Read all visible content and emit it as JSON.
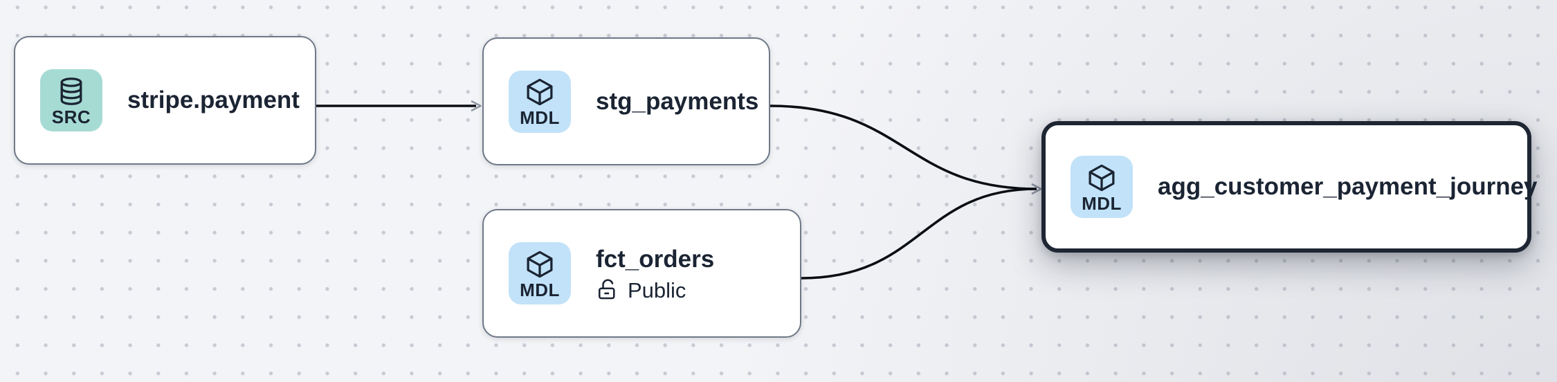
{
  "canvas": {
    "background_color": "#f3f4f7",
    "dot_color": "#c7cad3"
  },
  "colors": {
    "edge": "#0b0e13",
    "arrowhead": "#8f97a2",
    "node_border": "#6e7887",
    "selected_node_border": "#1e2633",
    "node_background": "#ffffff",
    "text": "#1b2433",
    "badge_teal": "#a6dbd4",
    "badge_blue": "#c1e2f8"
  },
  "nodes": [
    {
      "title": "stripe.payment",
      "badge": "SRC",
      "badge_icon": "database-icon",
      "badge_color": "#a6dbd4",
      "selected": false
    },
    {
      "title": "stg_payments",
      "badge": "MDL",
      "badge_icon": "cube-icon",
      "badge_color": "#c1e2f8",
      "selected": false
    },
    {
      "title": "fct_orders",
      "badge": "MDL",
      "badge_icon": "cube-icon",
      "badge_color": "#c1e2f8",
      "subtitle": "Public",
      "subtitle_icon": "lock-open-icon",
      "selected": false
    },
    {
      "title": "agg_customer_payment_journey",
      "badge": "MDL",
      "badge_icon": "cube-icon",
      "badge_color": "#c1e2f8",
      "selected": true
    }
  ],
  "edges": [
    {
      "from": "stripe.payment",
      "to": "stg_payments"
    },
    {
      "from": "stg_payments",
      "to": "agg_customer_payment_journey"
    },
    {
      "from": "fct_orders",
      "to": "agg_customer_payment_journey"
    }
  ]
}
